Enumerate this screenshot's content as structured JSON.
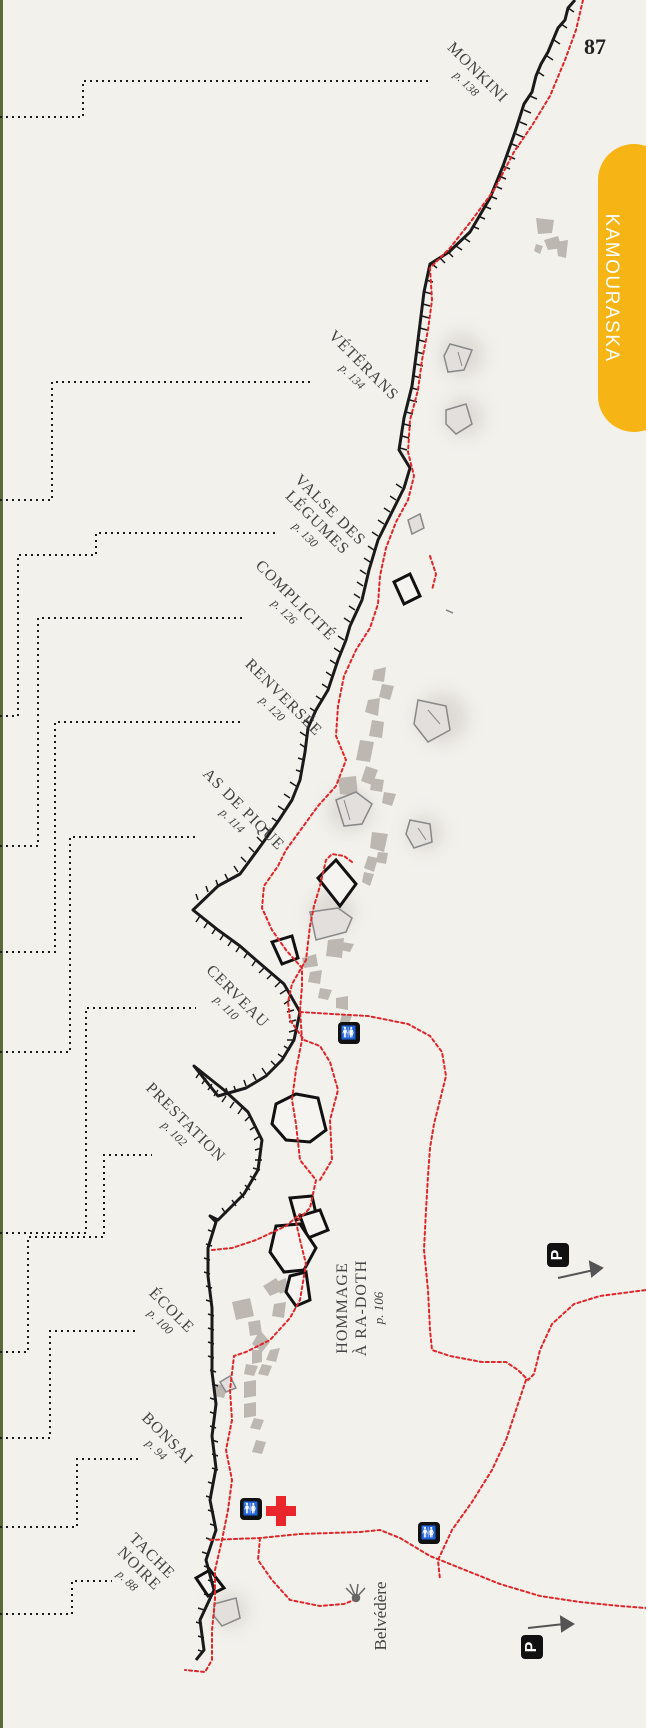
{
  "page_number": "87",
  "region": {
    "label": "KAMOURASKA",
    "color": "#f7b515"
  },
  "sectors": [
    {
      "id": "monkini",
      "name": "MONKINI",
      "page": "p. 138"
    },
    {
      "id": "veterans",
      "name": "VÉTÉRANS",
      "page": "p. 134"
    },
    {
      "id": "valse",
      "name": "VALSE DES LÉGUMES",
      "name_line1": "VALSE DES",
      "name_line2": "LÉGUMES",
      "page": "p. 130"
    },
    {
      "id": "complicite",
      "name": "COMPLICITÉ",
      "page": "p. 126"
    },
    {
      "id": "renversee",
      "name": "RENVERSÉE",
      "page": "p. 120"
    },
    {
      "id": "as-de-pique",
      "name": "AS DE PIQUE",
      "page": "p. 114"
    },
    {
      "id": "cerveau",
      "name": "CERVEAU",
      "page": "p. 110"
    },
    {
      "id": "prestation",
      "name": "PRESTATION",
      "page": "p. 102"
    },
    {
      "id": "ecole",
      "name": "ÉCOLE",
      "page": "p. 100"
    },
    {
      "id": "bonsai",
      "name": "BONSAI",
      "page": "p. 94"
    },
    {
      "id": "tache-noire",
      "name": "TACHE NOIRE",
      "name_line1": "TACHE",
      "name_line2": "NOIRE",
      "page": "p. 88"
    }
  ],
  "hommage": {
    "line1": "HOMMAGE",
    "line2": "À RA-DOTH",
    "page": "p. 106"
  },
  "belvedere": {
    "label": "Belvédère"
  },
  "parking": {
    "label": "P"
  },
  "colors": {
    "trail": "#e0262a",
    "cliff": "#1a1a1a",
    "boulder": "#bdb7b1",
    "background": "#f3f1ec",
    "first_aid": "#e8262b"
  },
  "icons": [
    "first-aid-icon",
    "toilet-icon",
    "parking-icon",
    "viewpoint-icon",
    "arrow-icon"
  ]
}
